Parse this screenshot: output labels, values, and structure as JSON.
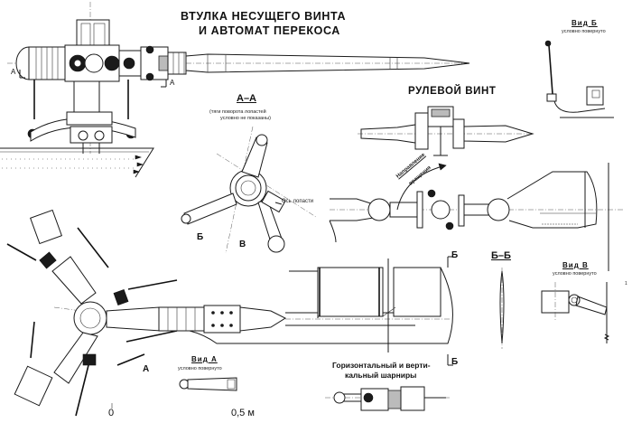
{
  "title": {
    "line1": "ВТУЛКА НЕСУЩЕГО ВИНТА",
    "line2": "И АВТОМАТ ПЕРЕКОСА"
  },
  "tail_rotor_title": "РУЛЕВОЙ ВИНТ",
  "section_aa": {
    "label": "А–А",
    "note_line1": "(тяги поворота лопастей",
    "note_line2": "условно не показаны)",
    "blade_axis": "Ось лопасти"
  },
  "section_bb": {
    "label": "Б–Б"
  },
  "view_b": {
    "label": "Вид Б",
    "note": "условно повернуто"
  },
  "view_v": {
    "label": "Вид В",
    "note": "условно повернуто"
  },
  "view_a": {
    "label": "Вид А",
    "note": "условно повернуто"
  },
  "rotation_direction": {
    "line1": "Направление",
    "line2": "вращения"
  },
  "hinges_caption": {
    "line1": "Горизонтальный и верти-",
    "line2": "кальный шарниры"
  },
  "markers": {
    "a_left": "А",
    "a_right": "А",
    "a_lower": "А",
    "b_hub": "Б",
    "v_hub": "В",
    "b_top": "Б",
    "b_bottom": "Б"
  },
  "scale_bar": {
    "start": "0",
    "end": "0,5 м"
  },
  "page_mark": "1"
}
